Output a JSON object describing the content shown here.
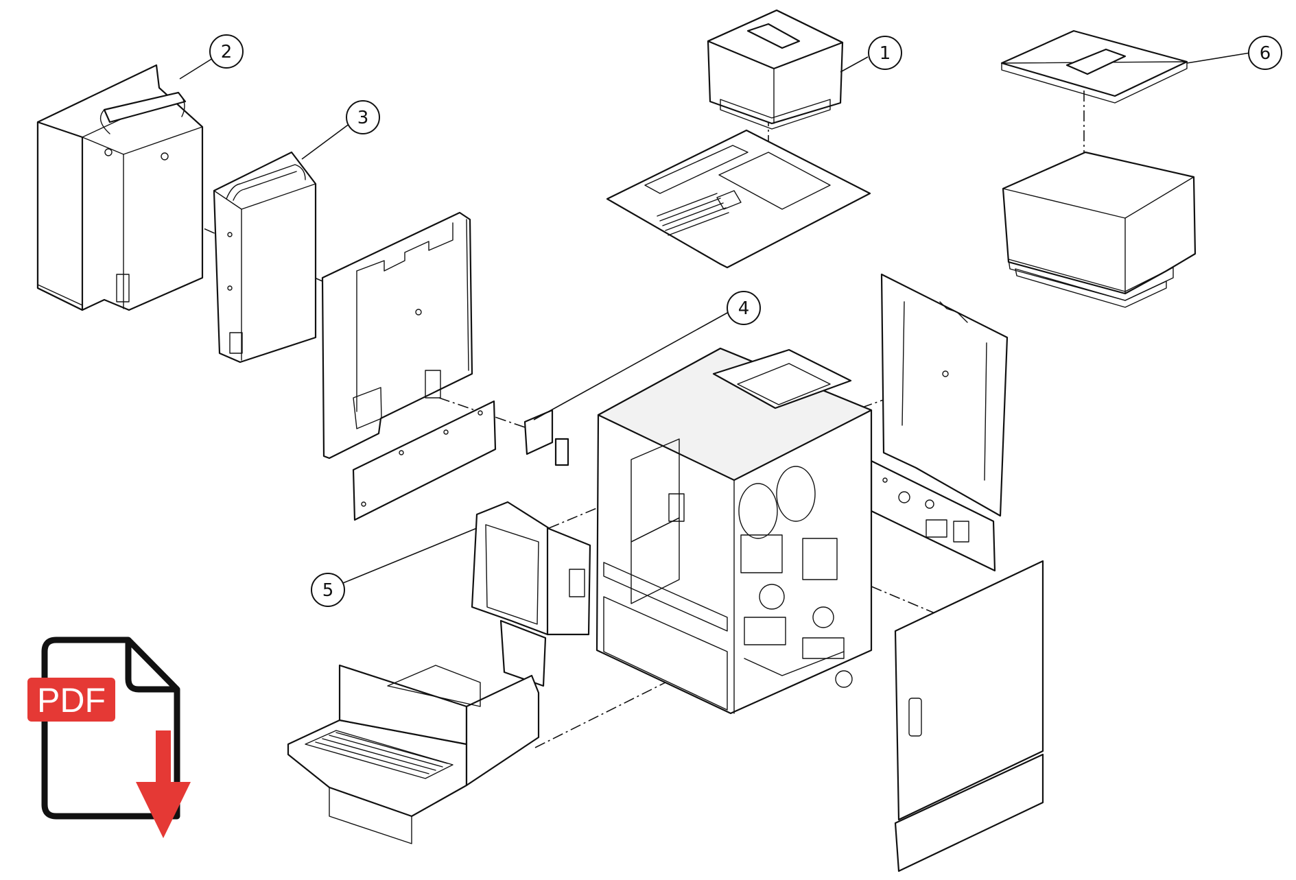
{
  "diagram": {
    "callouts": [
      {
        "id": "callout-1",
        "label": "1"
      },
      {
        "id": "callout-2",
        "label": "2"
      },
      {
        "id": "callout-3",
        "label": "3"
      },
      {
        "id": "callout-4",
        "label": "4"
      },
      {
        "id": "callout-5",
        "label": "5"
      },
      {
        "id": "callout-6",
        "label": "6"
      }
    ]
  },
  "pdf_download": {
    "label": "PDF",
    "icon": "pdf-download-icon",
    "badge_color": "#e53935",
    "arrow_color": "#e53935"
  }
}
